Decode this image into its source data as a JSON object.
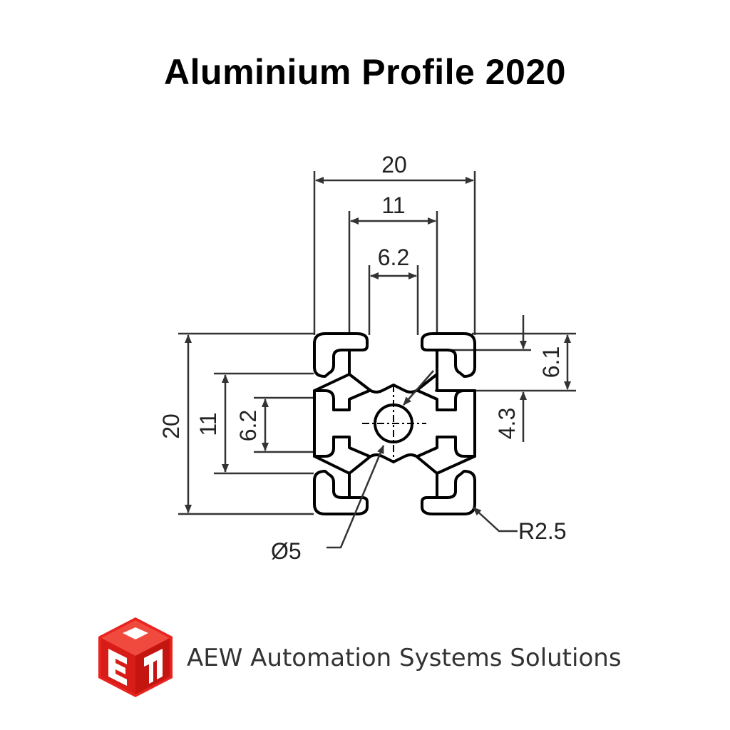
{
  "title": "Aluminium Profile 2020",
  "dimensions": {
    "width_overall": "20",
    "slot_width_outer": "11",
    "slot_opening": "6.2",
    "height_overall": "20",
    "height_slot_outer": "11",
    "height_slot_opening": "6.2",
    "slot_depth": "6.1",
    "wall": "4.3",
    "hole_diameter": "Ø5",
    "corner_radius": "R2.5"
  },
  "brand": {
    "company_name": "AEW Automation Systems Solutions",
    "logo_color": "#e8231f"
  }
}
